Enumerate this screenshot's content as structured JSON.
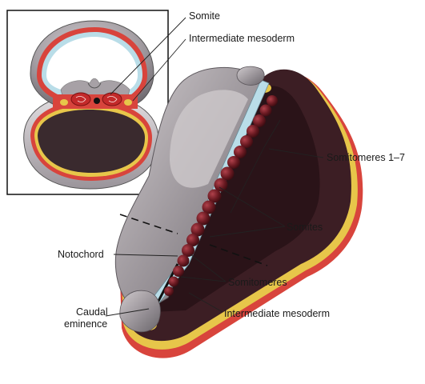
{
  "labels": {
    "somite": "Somite",
    "intermediate_mesoderm_inset": "Intermediate mesoderm",
    "somitomeres_1_7": "Somitomeres 1–7",
    "somites": "Somites",
    "notochord": "Notochord",
    "somitomeres": "Somitomeres",
    "intermediate_mesoderm": "Intermediate mesoderm",
    "caudal_eminence_line1": "Caudal",
    "caudal_eminence_line2": "eminence"
  },
  "colors": {
    "skin_gray": "#a7a1a6",
    "skin_dark": "#6f6a70",
    "neural_blue": "#b9dde8",
    "mesoderm_dark": "#3c1e24",
    "somite_red": "#6b1a22",
    "ectoderm_red": "#d8443c",
    "endoderm_yellow": "#e7c64a",
    "notochord_black": "#111111"
  }
}
